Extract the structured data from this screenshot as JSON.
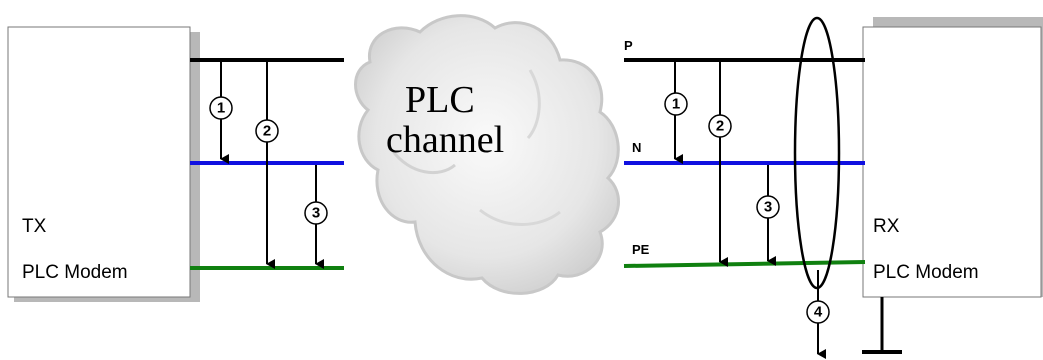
{
  "tx_modem": {
    "line1": "TX",
    "line2": "PLC Modem"
  },
  "rx_modem": {
    "line1": "RX",
    "line2": "PLC Modem"
  },
  "channel": {
    "line1": "PLC",
    "line2": "channel"
  },
  "conductors": {
    "phase": "P",
    "neutral": "N",
    "earth": "PE"
  },
  "paths": {
    "p1": "1",
    "p2": "2",
    "p3": "3",
    "p4": "4"
  },
  "colors": {
    "phase": "#000000",
    "neutral": "#1010e0",
    "earth": "#108010",
    "shadow": "#b8b8b8"
  }
}
